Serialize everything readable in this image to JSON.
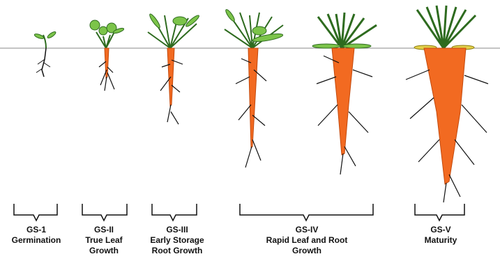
{
  "colors": {
    "leaf": "#7cc44a",
    "leaf_dark": "#2e6b1f",
    "root": "#f26a21",
    "root_dark": "#c24a0e",
    "line": "#111111",
    "soil_line": "#888888"
  },
  "stages": [
    {
      "code": "GS-1",
      "name": "Germination"
    },
    {
      "code": "GS-II",
      "name": "True Leaf Growth"
    },
    {
      "code": "GS-III",
      "name": "Early Storage Root Growth"
    },
    {
      "code": "GS-IV",
      "name": "Rapid Leaf and Root Growth"
    },
    {
      "code": "GS-V",
      "name": "Maturity"
    }
  ]
}
